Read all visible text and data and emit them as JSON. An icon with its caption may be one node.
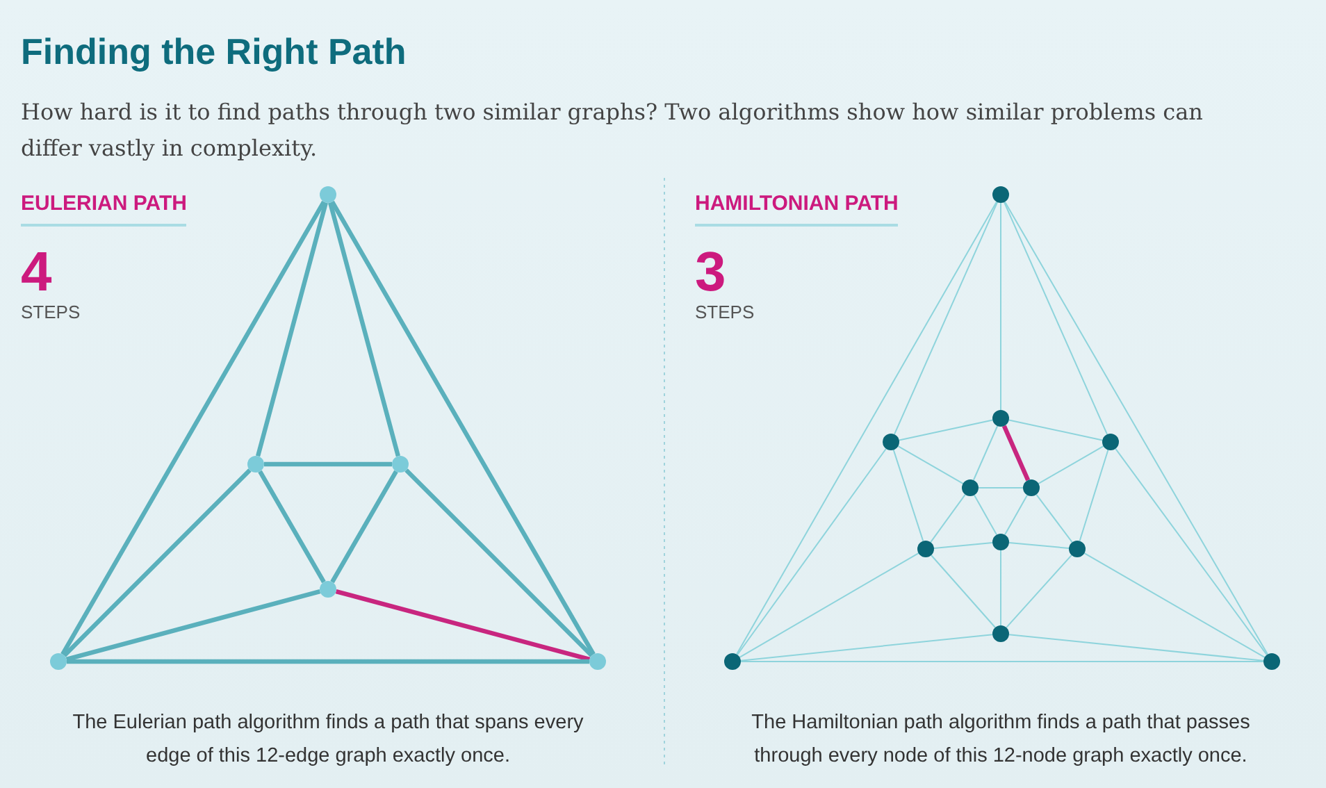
{
  "diagram": {
    "title": "Finding the Right Path",
    "nodes": [
      {
        "text": [],
        "shape": "circle"
      },
      {
        "text": [],
        "shape": "circle"
      },
      {
        "text": [],
        "shape": "circle"
      },
      {
        "text": [],
        "shape": "circle"
      },
      {
        "text": [],
        "shape": "circle"
      },
      {
        "text": [],
        "shape": "circle"
      },
      {
        "text": [],
        "shape": "circle"
      },
      {
        "text": [],
        "shape": "circle"
      },
      {
        "text": [],
        "shape": "circle"
      },
      {
        "text": [],
        "shape": "circle"
      },
      {
        "text": [],
        "shape": "circle"
      },
      {
        "text": [],
        "shape": "circle"
      },
      {
        "text": [],
        "shape": "circle"
      },
      {
        "text": [],
        "shape": "circle"
      },
      {
        "text": [],
        "shape": "circle"
      },
      {
        "text": [],
        "shape": "circle"
      },
      {
        "text": [],
        "shape": "circle"
      },
      {
        "text": [],
        "shape": "circle"
      }
    ],
    "edges": [
      {
        "from": 0,
        "to": 4,
        "arrow": "none",
        "style": "thick",
        "color": "#5ab0bc"
      },
      {
        "from": 0,
        "to": 1,
        "arrow": "none",
        "style": "thick",
        "color": "#5ab0bc"
      },
      {
        "from": 0,
        "to": 2,
        "arrow": "none",
        "style": "thick",
        "color": "#5ab0bc"
      },
      {
        "from": 0,
        "to": 5,
        "arrow": "none",
        "style": "thick",
        "color": "#5ab0bc"
      },
      {
        "from": 1,
        "to": 2,
        "arrow": "none",
        "style": "thick",
        "color": "#5ab0bc"
      },
      {
        "from": 1,
        "to": 3,
        "arrow": "none",
        "style": "thick",
        "color": "#5ab0bc"
      },
      {
        "from": 2,
        "to": 3,
        "arrow": "none",
        "style": "thick",
        "color": "#5ab0bc"
      },
      {
        "from": 1,
        "to": 4,
        "arrow": "none",
        "style": "thick",
        "color": "#5ab0bc"
      },
      {
        "from": 2,
        "to": 5,
        "arrow": "none",
        "style": "thick",
        "color": "#5ab0bc"
      },
      {
        "from": 3,
        "to": 4,
        "arrow": "none",
        "style": "thick",
        "color": "#5ab0bc"
      },
      {
        "from": 3,
        "to": 5,
        "arrow": "none",
        "style": "thick",
        "color": "#c8267f"
      },
      {
        "from": 4,
        "to": 5,
        "arrow": "none",
        "style": "thick",
        "color": "#5ab0bc"
      },
      {
        "from": 6,
        "to": 7,
        "arrow": "none"
      },
      {
        "from": 6,
        "to": 8,
        "arrow": "none"
      },
      {
        "from": 6,
        "to": 9,
        "arrow": "none"
      },
      {
        "from": 6,
        "to": 16,
        "arrow": "none"
      },
      {
        "from": 6,
        "to": 17,
        "arrow": "none"
      },
      {
        "from": 7,
        "to": 8,
        "arrow": "none"
      },
      {
        "from": 7,
        "to": 9,
        "arrow": "none"
      },
      {
        "from": 7,
        "to": 10,
        "arrow": "none"
      },
      {
        "from": 7,
        "to": 11,
        "arrow": "none",
        "style": "thick",
        "color": "#c8267f"
      },
      {
        "from": 8,
        "to": 10,
        "arrow": "none"
      },
      {
        "from": 8,
        "to": 13,
        "arrow": "none"
      },
      {
        "from": 8,
        "to": 16,
        "arrow": "none"
      },
      {
        "from": 9,
        "to": 11,
        "arrow": "none"
      },
      {
        "from": 9,
        "to": 14,
        "arrow": "none"
      },
      {
        "from": 9,
        "to": 17,
        "arrow": "none"
      },
      {
        "from": 10,
        "to": 11,
        "arrow": "none"
      },
      {
        "from": 10,
        "to": 12,
        "arrow": "none"
      },
      {
        "from": 10,
        "to": 13,
        "arrow": "none"
      },
      {
        "from": 11,
        "to": 12,
        "arrow": "none"
      },
      {
        "from": 11,
        "to": 14,
        "arrow": "none"
      },
      {
        "from": 12,
        "to": 13,
        "arrow": "none"
      },
      {
        "from": 12,
        "to": 14,
        "arrow": "none"
      },
      {
        "from": 12,
        "to": 15,
        "arrow": "none"
      },
      {
        "from": 13,
        "to": 15,
        "arrow": "none"
      },
      {
        "from": 13,
        "to": 16,
        "arrow": "none"
      },
      {
        "from": 14,
        "to": 15,
        "arrow": "none"
      },
      {
        "from": 14,
        "to": 17,
        "arrow": "none"
      },
      {
        "from": 15,
        "to": 16,
        "arrow": "none"
      },
      {
        "from": 15,
        "to": 17,
        "arrow": "none"
      },
      {
        "from": 16,
        "to": 17,
        "arrow": "none"
      }
    ],
    "labels": [
      "How hard is it to find paths through two similar graphs? Two algorithms show how similar problems can differ vastly in complexity.",
      "EULERIAN PATH",
      "4",
      "STEPS",
      "HAMILTONIAN PATH",
      "3",
      "STEPS",
      "The Eulerian path algorithm finds a path that spans every edge of this 12-edge graph exactly once.",
      "The Hamiltonian path algorithm finds a path that passes through every node of this 12-node graph exactly once."
    ]
  }
}
